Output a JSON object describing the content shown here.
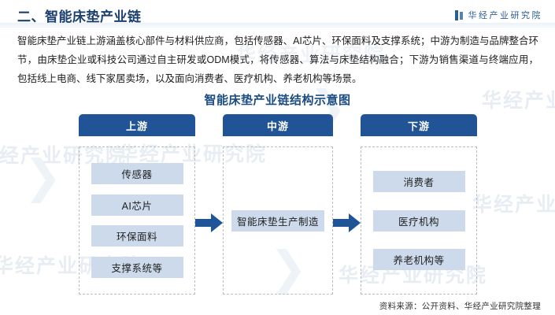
{
  "header": {
    "title": "二、智能床垫产业链",
    "brand": "华经产业研究院",
    "brand_icon": "book-mark-icon"
  },
  "intro": {
    "paragraph": "智能床垫产业链上游涵盖核心部件与材料供应商，包括传感器、AI芯片、环保面料及支撑系统；中游为制造与品牌整合环节，由床垫企业或科技公司通过自主研发或ODM模式，将传感器、算法与床垫结构融合；下游为销售渠道与终端应用，包括线上电商、线下家居卖场，以及面向消费者、医疗机构、养老机构等场景。"
  },
  "chart_data": {
    "type": "diagram",
    "title": "智能床垫产业链结构示意图",
    "columns": [
      {
        "header": "上游",
        "nodes": [
          "传感器",
          "AI芯片",
          "环保面料",
          "支撑系统等"
        ]
      },
      {
        "header": "中游",
        "nodes": [
          "智能床垫生产制造"
        ]
      },
      {
        "header": "下游",
        "nodes": [
          "消费者",
          "医疗机构",
          "养老机构等"
        ]
      }
    ],
    "connectors": [
      {
        "from": "上游",
        "to": "中游",
        "glyph": "right-arrow-icon"
      },
      {
        "from": "中游",
        "to": "下游",
        "glyph": "right-arrow-icon"
      }
    ],
    "colors": {
      "header_blue": "#215496",
      "node_blue": "#ccdaec",
      "arrow_blue": "#1f5597",
      "title_blue": "#1b4d82",
      "dashed_border": "#b9bcc0"
    }
  },
  "footer": {
    "source": "资料来源：公开资料、华经产业研究院整理"
  },
  "watermark": {
    "text": "华经产业研究院",
    "chevron": "❯"
  }
}
